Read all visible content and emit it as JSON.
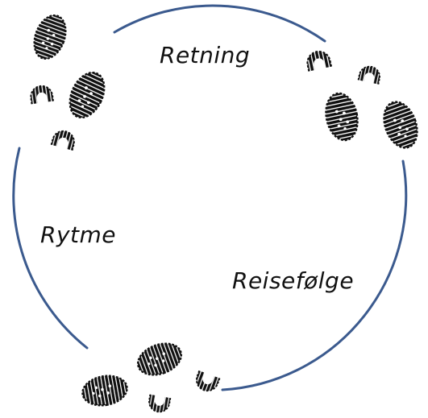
{
  "diagram": {
    "labels": {
      "direction": "Retning",
      "rhythm": "Rytme",
      "companions": "Reisefølge"
    },
    "icons": [
      "footprints-icon",
      "footprints-icon",
      "footprints-icon"
    ],
    "colors": {
      "circle": "#3b5a8e",
      "footprint": "#111111",
      "text": "#111111",
      "background": "#ffffff"
    }
  }
}
